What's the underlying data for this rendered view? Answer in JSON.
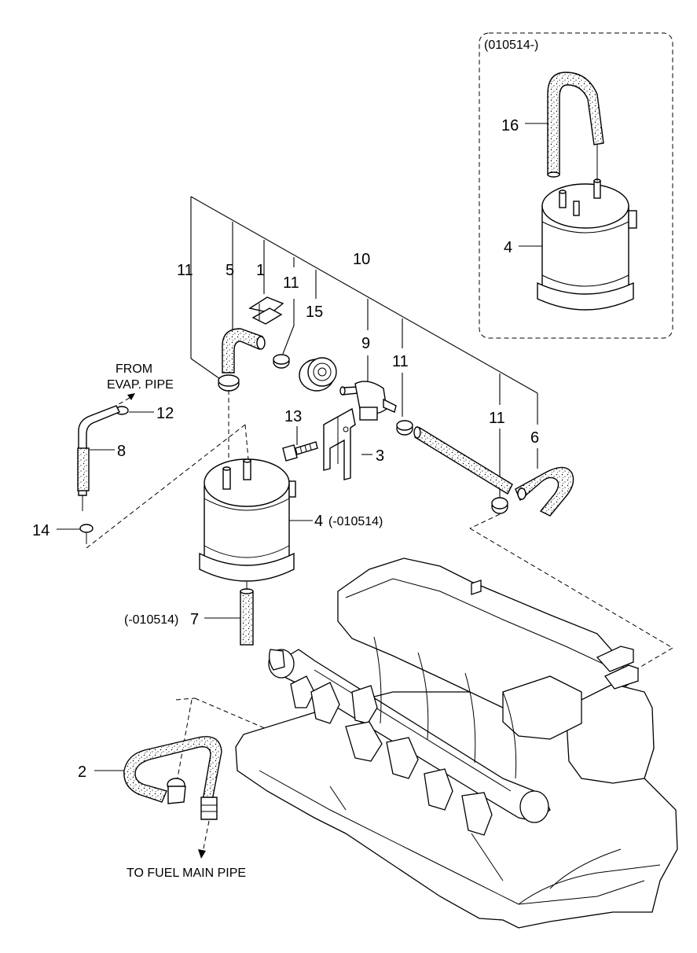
{
  "inset": {
    "label": "(010514-)"
  },
  "callouts": {
    "c16": "16",
    "c4_inset": "4",
    "c11_a": "11",
    "c5": "5",
    "c1": "1",
    "c11_b": "11",
    "c10": "10",
    "c15": "15",
    "c9": "9",
    "c11_c": "11",
    "c13": "13",
    "c3": "3",
    "c11_d": "11",
    "c6": "6",
    "c12": "12",
    "c8": "8",
    "c14": "14",
    "c4_main": "4",
    "c4_main_note": "(-010514)",
    "c7_note": "(-010514)",
    "c7": "7",
    "c2": "2"
  },
  "annotations": {
    "from_evap_line1": "FROM",
    "from_evap_line2": "EVAP. PIPE",
    "to_fuel_main": "TO FUEL MAIN PIPE"
  }
}
